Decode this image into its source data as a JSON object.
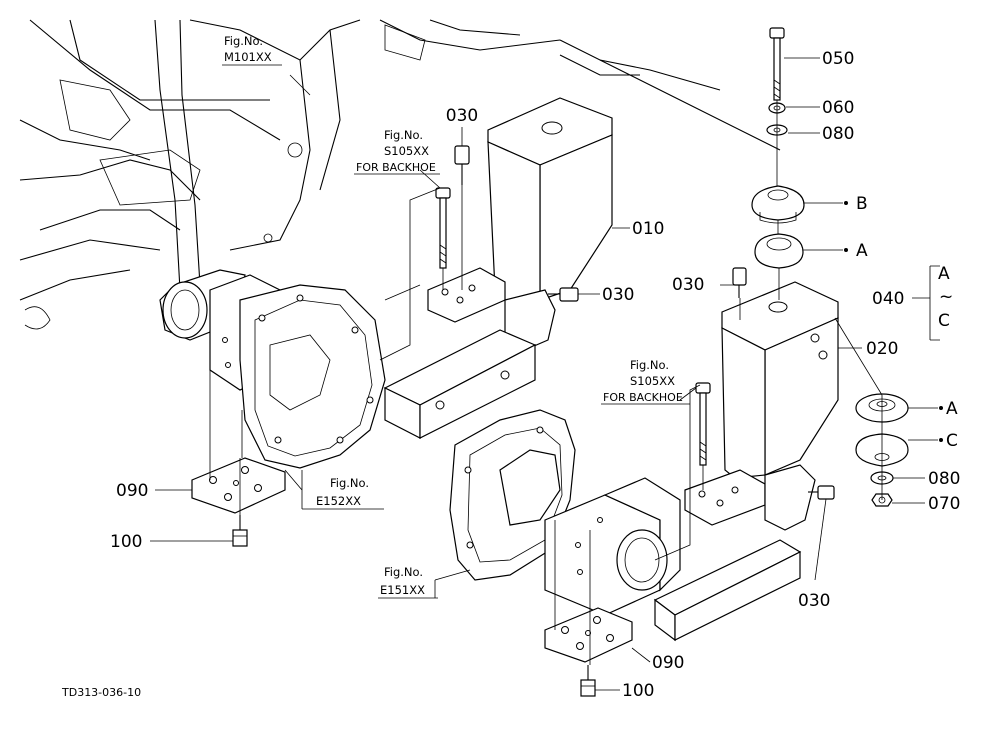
{
  "diagram": {
    "callouts": {
      "p010": "010",
      "p020": "020",
      "p030": "030",
      "p040": "040",
      "p050": "050",
      "p060": "060",
      "p070": "070",
      "p080": "080",
      "p090": "090",
      "p100": "100"
    },
    "variants": {
      "a": "A",
      "b": "B",
      "c": "C",
      "range_sign": "~"
    },
    "figure_refs": {
      "prefix": "Fig.No.",
      "m101": "M101XX",
      "s105": "S105XX",
      "e152": "E152XX",
      "e151": "E151XX",
      "backhoe_note": "FOR BACKHOE"
    },
    "drawing_code": "TD313-036-10"
  }
}
